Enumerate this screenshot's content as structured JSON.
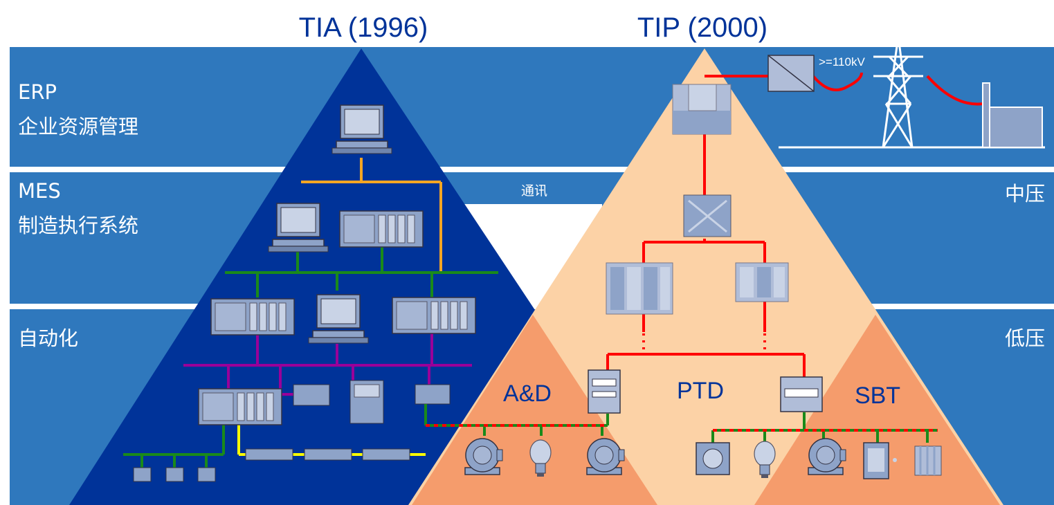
{
  "titles": {
    "tia": "TIA (1996)",
    "tip": "TIP (2000)"
  },
  "levels": {
    "erp_en": "ERP",
    "erp_cn": "企业资源管理",
    "mes_en": "MES",
    "mes_cn": "制造执行系统",
    "auto": "自动化"
  },
  "comm_label": "通讯",
  "voltage": {
    "medium": "中压",
    "low": "低压",
    "high": ">=110kV"
  },
  "areas": {
    "ad": "A&D",
    "ptd": "PTD",
    "sbt": "SBT"
  },
  "colors": {
    "band": "#2f78bd",
    "tia_triangle": "#003399",
    "tip_triangle": "#fcd2a6",
    "sub_triangle": "#f59c6c",
    "power_line": "#ff0000",
    "orange_bus": "#f5a623",
    "green_bus": "#1a8a1a",
    "purple_bus": "#990099",
    "yellow_bus": "#ffff00",
    "device": "#8ea3c8"
  },
  "icons": [
    "pc-icon",
    "plc-icon",
    "switchgear-icon",
    "transformer-icon",
    "motor-icon",
    "lamp-icon",
    "socket-icon",
    "transmission-tower-icon",
    "power-plant-icon"
  ]
}
